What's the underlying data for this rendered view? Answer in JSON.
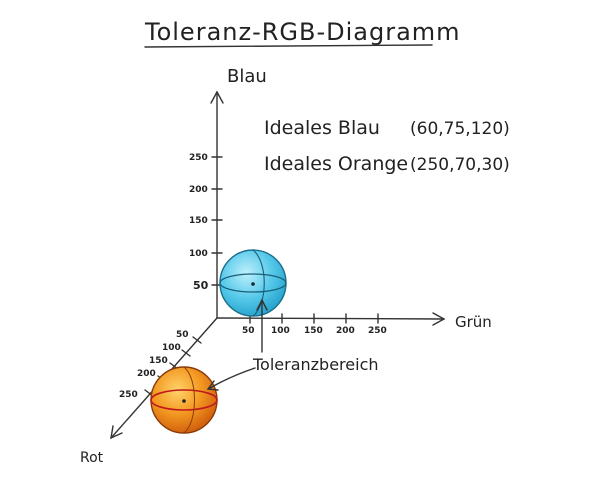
{
  "title": "Toleranz-RGB-Diagramm",
  "axes": {
    "blue": {
      "label": "Blau",
      "ticks": [
        "250",
        "200",
        "150",
        "100",
        "50"
      ]
    },
    "green": {
      "label": "Grün",
      "ticks": [
        "50",
        "100",
        "150",
        "200",
        "250"
      ]
    },
    "red": {
      "label": "Rot",
      "ticks": [
        "50",
        "100",
        "150",
        "200",
        "250"
      ]
    }
  },
  "notes": {
    "ideal_blue_label": "Ideales Blau",
    "ideal_blue_value": "(60,75,120)",
    "ideal_orange_label": "Ideales Orange",
    "ideal_orange_value": "(250,70,30)"
  },
  "annotation": "Toleranzbereich",
  "colors": {
    "blue_sphere": "#56c9ea",
    "orange_sphere": "#ee8a1c"
  }
}
